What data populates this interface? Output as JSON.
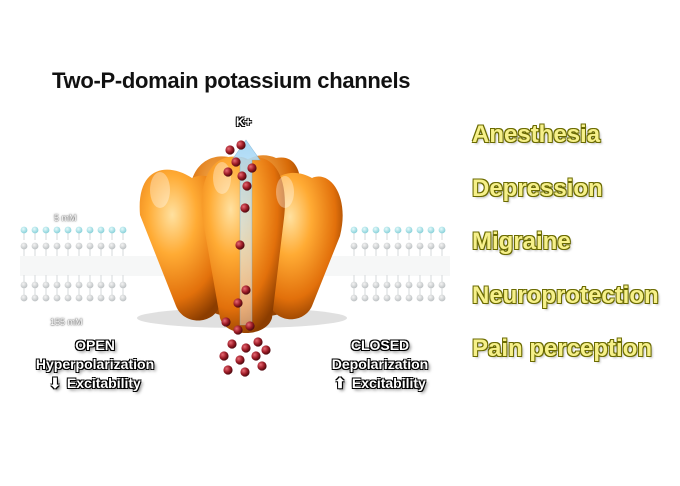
{
  "title": "Two-P-domain potassium channels",
  "ion_label": "K+",
  "concentration": {
    "outside": "5  mM",
    "inside": "155  mM"
  },
  "open_state": {
    "label": "OPEN",
    "effect": "Hyperpolarization",
    "excitability": "Excitability",
    "arrow": "down"
  },
  "closed_state": {
    "label": "CLOSED",
    "effect": "Depolarization",
    "excitability": "Excitability",
    "arrow": "up"
  },
  "roles": [
    "Anesthesia",
    "Depression",
    "Migraine",
    "Neuroprotection",
    "Pain perception"
  ],
  "colors": {
    "channel": "#f08a10",
    "ion": "#8e1520",
    "role_text": "#f6f08a",
    "flux_arrow": "#8fc6e8"
  }
}
